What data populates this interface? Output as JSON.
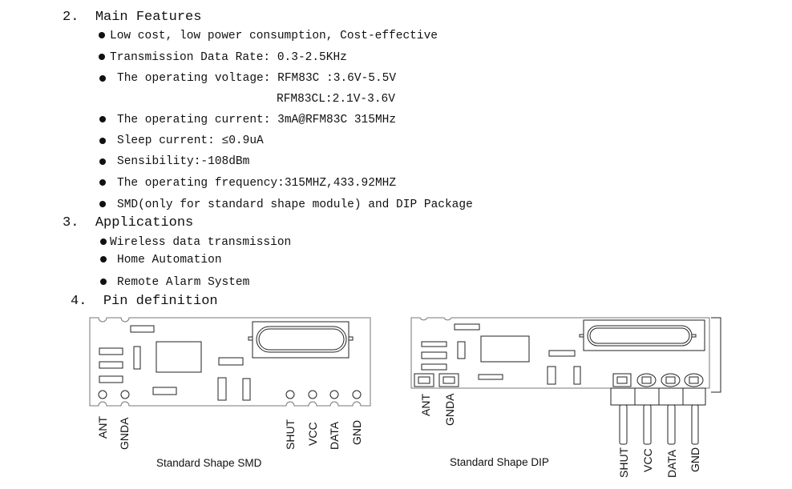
{
  "sections": {
    "features": {
      "number": "2.",
      "title": "Main Features",
      "items": [
        "Low cost, low power consumption, Cost-effective",
        "Transmission Data Rate: 0.3-2.5KHz",
        "The operating voltage: RFM83C :3.6V-5.5V",
        "RFM83CL:2.1V-3.6V",
        "The operating current: 3mA@RFM83C 315MHz",
        "Sleep current: ≤0.9uA",
        "Sensibility:-108dBm",
        "The operating frequency:315MHZ,433.92MHZ",
        "SMD(only for standard shape module) and DIP Package"
      ]
    },
    "applications": {
      "number": "3.",
      "title": "Applications",
      "items": [
        "Wireless data transmission",
        "Home Automation",
        "Remote Alarm System"
      ]
    },
    "pins": {
      "number": "4.",
      "title": "Pin definition",
      "smd": {
        "caption": "Standard Shape SMD",
        "labels": [
          "ANT",
          "GNDA",
          "SHUT",
          "VCC",
          "DATA",
          "GND"
        ]
      },
      "dip": {
        "caption": "Standard Shape DIP",
        "labels": [
          "ANT",
          "GNDA",
          "SHUT",
          "VCC",
          "DATA",
          "GND"
        ]
      }
    }
  }
}
